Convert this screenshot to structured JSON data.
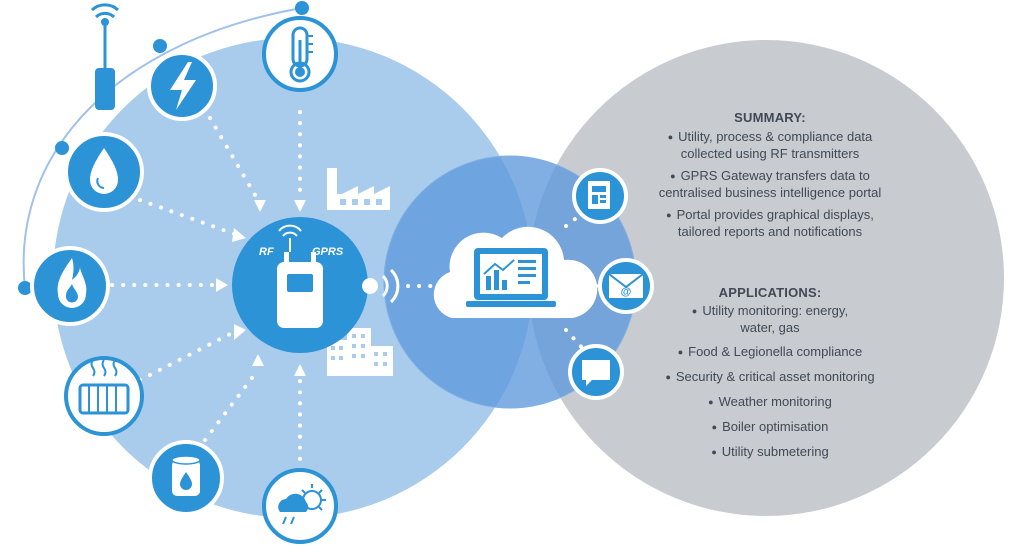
{
  "hub": {
    "label_rf": "RF",
    "label_gprs": "GPRS"
  },
  "summary": {
    "heading": "SUMMARY:",
    "items": [
      {
        "line1": "Utility, process & compliance data",
        "line2": "collected using RF transmitters"
      },
      {
        "line1": "GPRS Gateway transfers data to",
        "line2": "centralised business intelligence portal"
      },
      {
        "line1": "Portal provides graphical displays,",
        "line2": "tailored reports and notifications"
      }
    ]
  },
  "applications": {
    "heading": "APPLICATIONS:",
    "items": [
      {
        "line1": "Utility monitoring: energy,",
        "line2": "water, gas"
      },
      {
        "line1": "Food & Legionella compliance"
      },
      {
        "line1": "Security & critical asset monitoring"
      },
      {
        "line1": "Weather monitoring"
      },
      {
        "line1": "Boiler optimisation"
      },
      {
        "line1": "Utility submetering"
      }
    ]
  },
  "colors": {
    "large_circle": "#a6c8ea",
    "overlap_circle": "#6f9fd8",
    "grey_circle": "#c7cacd",
    "brand_blue": "#2b93d6",
    "text": "#3f4a56"
  },
  "icons": [
    "antenna-icon",
    "lightning-icon",
    "thermometer-icon",
    "water-drop-icon",
    "flame-icon",
    "radiator-icon",
    "tank-icon",
    "weather-icon",
    "factory-icon",
    "buildings-icon",
    "gateway-device-icon",
    "cloud-laptop-icon",
    "report-icon",
    "email-icon",
    "chat-icon"
  ]
}
